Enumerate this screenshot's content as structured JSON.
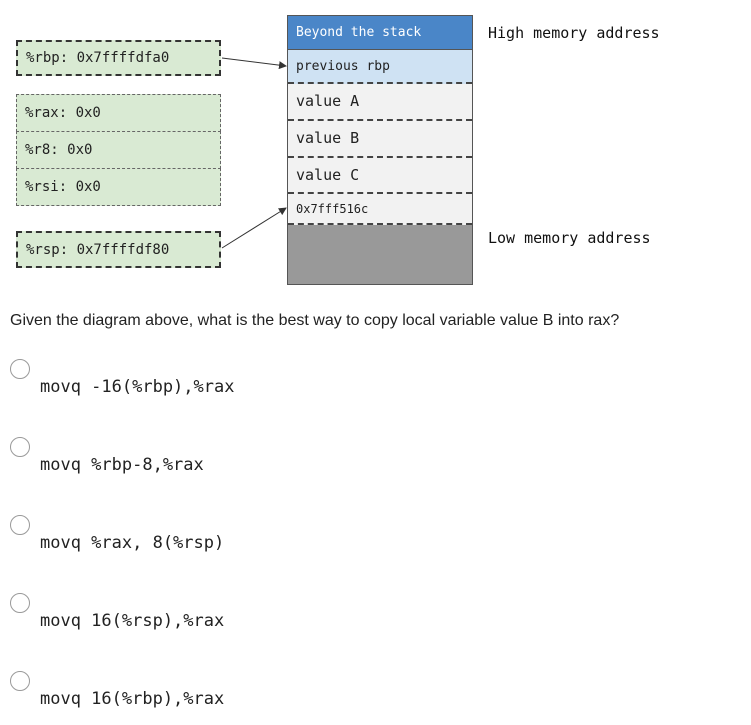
{
  "registers": {
    "rbp": "%rbp: 0x7ffffdfa0",
    "rax": "%rax: 0x0",
    "r8": "%r8: 0x0",
    "rsi": "%rsi: 0x0",
    "rsp": "%rsp: 0x7ffffdf80"
  },
  "stack": {
    "beyond": "Beyond the stack",
    "previous_rbp": "previous rbp",
    "value_a": "value A",
    "value_b": "value B",
    "value_c": "value C",
    "address": "0x7fff516c"
  },
  "labels": {
    "high": "High memory address",
    "low": "Low memory address"
  },
  "colors": {
    "beyond_fill": "#4a86c8",
    "previous_rbp_fill": "#cfe2f3",
    "register_fill": "#d9ead3",
    "below_stack_fill": "#999999"
  },
  "question": "Given the diagram above, what is the best way to copy local variable value B into rax?",
  "options": [
    "movq -16(%rbp),%rax",
    "movq %rbp-8,%rax",
    "movq %rax, 8(%rsp)",
    "movq 16(%rsp),%rax",
    "movq 16(%rbp),%rax"
  ]
}
